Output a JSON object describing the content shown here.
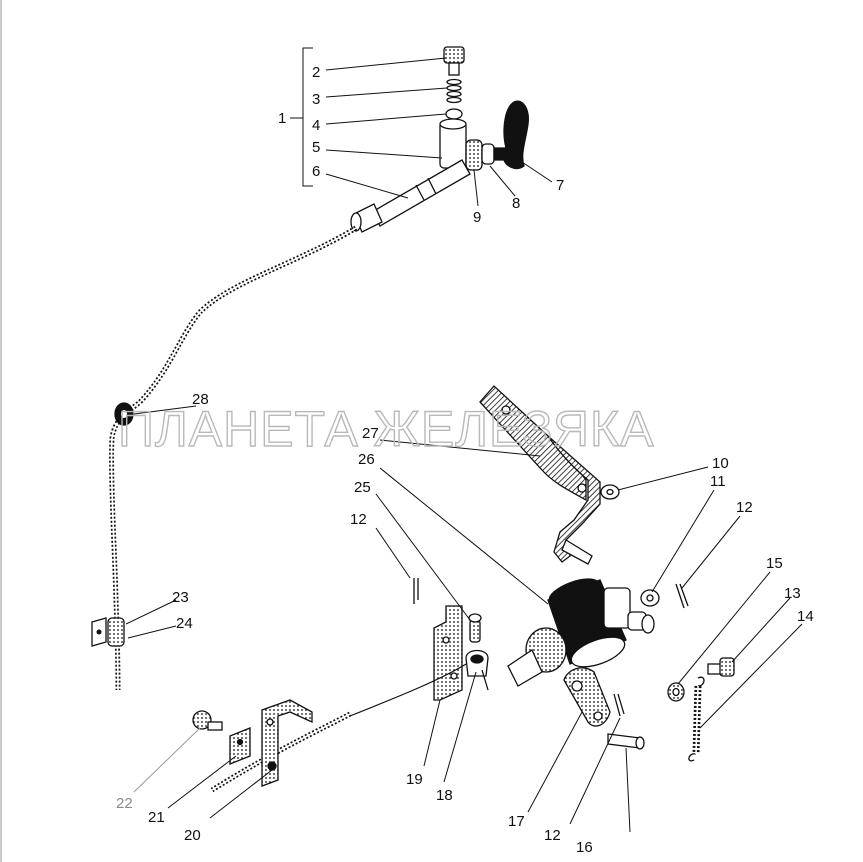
{
  "watermark": "ПЛАНЕТА ЖЕЛЕЗЯКА",
  "colors": {
    "ink": "#111111",
    "paper": "#ffffff",
    "watermark": "#b9b9b9",
    "faded_label": "#8a8a8a"
  },
  "callouts": {
    "c1": "1",
    "c2": "2",
    "c3": "3",
    "c4": "4",
    "c5": "5",
    "c6": "6",
    "c7": "7",
    "c8": "8",
    "c9": "9",
    "c10": "10",
    "c11": "11",
    "c12a": "12",
    "c12b": "12",
    "c12c": "12",
    "c13": "13",
    "c14": "14",
    "c15": "15",
    "c16": "16",
    "c17": "17",
    "c18": "18",
    "c19": "19",
    "c20": "20",
    "c21": "21",
    "c22": "22",
    "c23": "23",
    "c24": "24",
    "c25": "25",
    "c26": "26",
    "c27": "27",
    "c28": "28"
  }
}
